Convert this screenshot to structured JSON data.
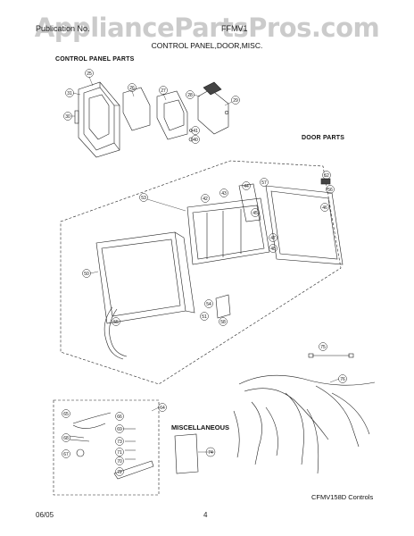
{
  "watermark": "AppliancePartsPros.com",
  "header": {
    "left": "Publication No.",
    "right": "FFMV1"
  },
  "title": "CONTROL PANEL,DOOR,MISC.",
  "sections": {
    "control_panel": "CONTROL PANEL PARTS",
    "door": "DOOR PARTS",
    "misc": "MISCELLANEOUS"
  },
  "model_note": "CFMV158D Controls",
  "footer": {
    "date": "06/05",
    "page": "4"
  },
  "callouts": {
    "c25": "25",
    "c26": "26",
    "c27": "27",
    "c28": "28",
    "c29": "29",
    "c30": "30",
    "c31": "31",
    "c40": "40",
    "c41": "41",
    "c42": "42",
    "c43": "43",
    "c44": "44",
    "c45": "45",
    "c46": "46",
    "c47": "47",
    "c48": "48",
    "c50": "50",
    "c51": "51",
    "c52": "52",
    "c53": "53",
    "c54": "54",
    "c55": "55",
    "c56": "56",
    "c57": "57",
    "c58": "58",
    "c64": "64",
    "c65": "65",
    "c66": "66",
    "c67": "67",
    "c68": "68",
    "c69": "69",
    "c70": "70",
    "c71": "71",
    "c72": "72",
    "c73": "73",
    "c74": "74",
    "c75": "75",
    "c76": "76"
  }
}
